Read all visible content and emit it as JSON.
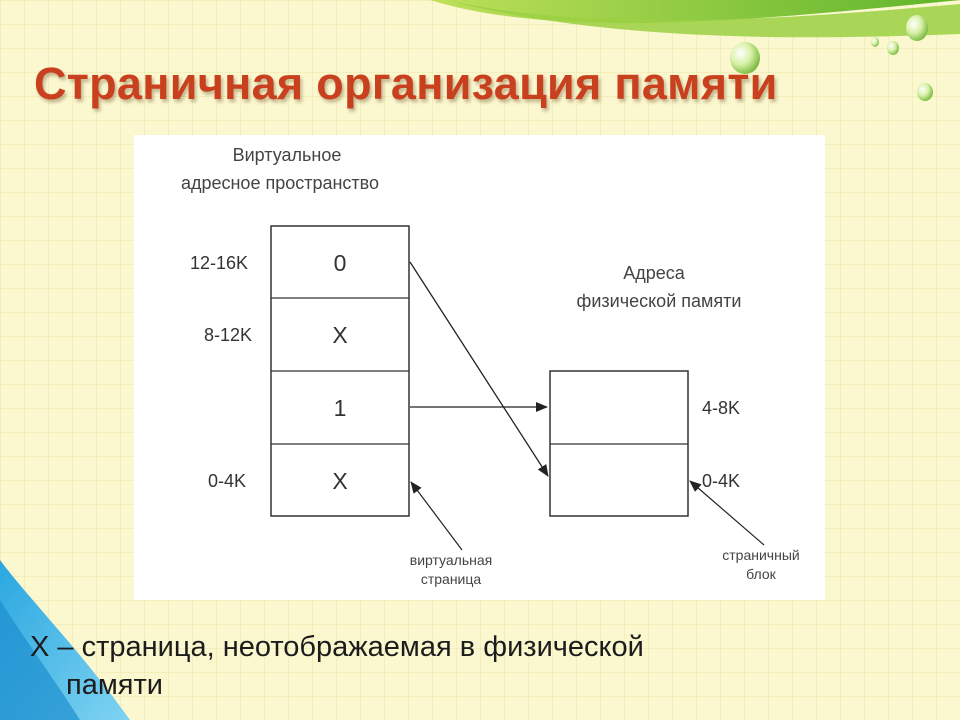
{
  "slide": {
    "title": "Страничная организация памяти",
    "footnote_line1": "X – страница, неотображаемая в физической",
    "footnote_line2": "памяти"
  },
  "diagram": {
    "virtual_heading_line1": "Виртуальное",
    "virtual_heading_line2": "адресное пространство",
    "physical_heading_line1": "Адреса",
    "physical_heading_line2": "физической памяти",
    "virtual_pages": [
      {
        "range": "12-16K",
        "content": "0"
      },
      {
        "range": "8-12K",
        "content": "X"
      },
      {
        "range": "",
        "content": "1"
      },
      {
        "range": "0-4K",
        "content": "X"
      }
    ],
    "physical_frames": [
      {
        "range": "4-8K"
      },
      {
        "range": "0-4K"
      }
    ],
    "virtual_page_caption_line1": "виртуальная",
    "virtual_page_caption_line2": "страница",
    "page_frame_caption_line1": "страничный",
    "page_frame_caption_line2": "блок"
  }
}
